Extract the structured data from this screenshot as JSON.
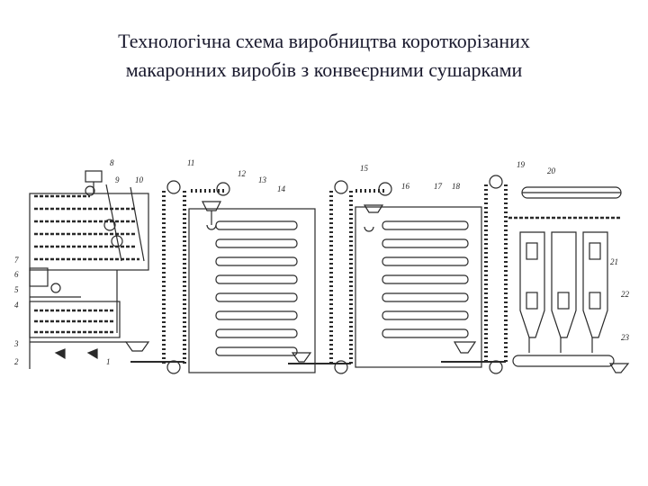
{
  "title": {
    "line1": "Технологічна схема виробництва короткорізаних",
    "line2": "макаронних виробів з конвеєрними сушарками"
  },
  "labels": [
    "1",
    "2",
    "3",
    "4",
    "5",
    "6",
    "7",
    "8",
    "9",
    "10",
    "11",
    "12",
    "13",
    "14",
    "15",
    "16",
    "17",
    "18",
    "19",
    "20",
    "21",
    "22",
    "23"
  ]
}
